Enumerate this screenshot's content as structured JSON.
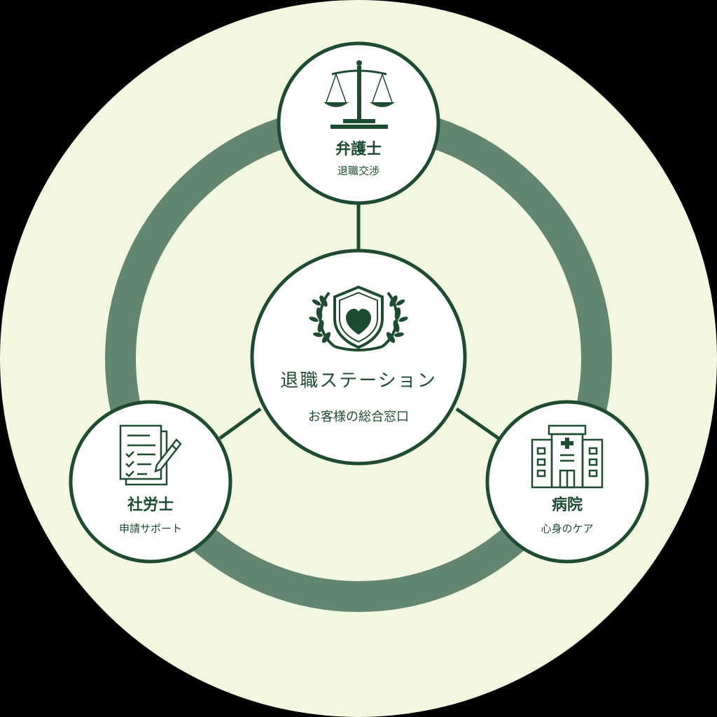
{
  "center": {
    "title": "退職ステーション",
    "subtitle": "お客様の総合窓口",
    "icon": "shield-heart-laurel-icon"
  },
  "nodes": [
    {
      "id": "lawyer",
      "title": "弁護士",
      "subtitle": "退職交渉",
      "icon": "scales-of-justice-icon"
    },
    {
      "id": "labor",
      "title": "社労士",
      "subtitle": "申請サポート",
      "icon": "checklist-document-pen-icon"
    },
    {
      "id": "hospital",
      "title": "病院",
      "subtitle": "心身のケア",
      "icon": "hospital-building-icon"
    }
  ],
  "colors": {
    "background": "#f2f8e0",
    "ring": "#62866f",
    "dark_green": "#1e4c30",
    "node_fill": "#ffffff"
  }
}
